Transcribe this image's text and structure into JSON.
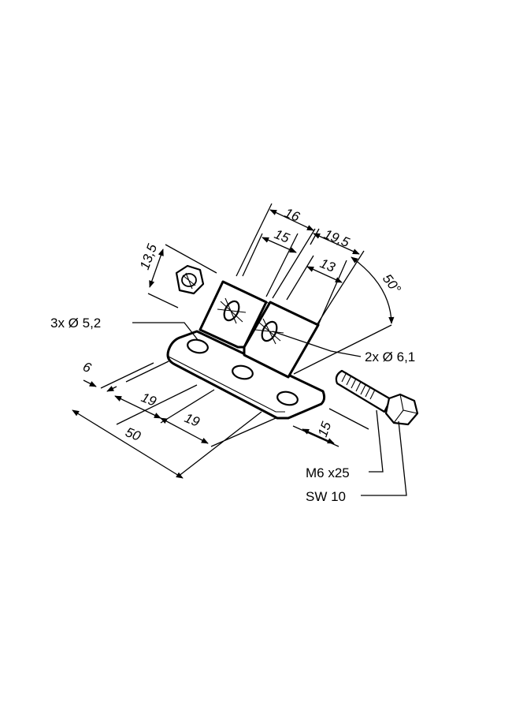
{
  "dimensions": {
    "d16": "16",
    "d15_top": "15",
    "d19_5": "19,5",
    "d13": "13",
    "d13_5": "13,5",
    "angle": "50°",
    "d6": "6",
    "d19_a": "19",
    "d19_b": "19",
    "d50": "50",
    "d15_bottom": "15"
  },
  "callouts": {
    "holes_base": "3x  Ø 5,2",
    "holes_flap": "2x Ø 6,1",
    "screw": "M6 x25",
    "wrench": "SW 10"
  }
}
